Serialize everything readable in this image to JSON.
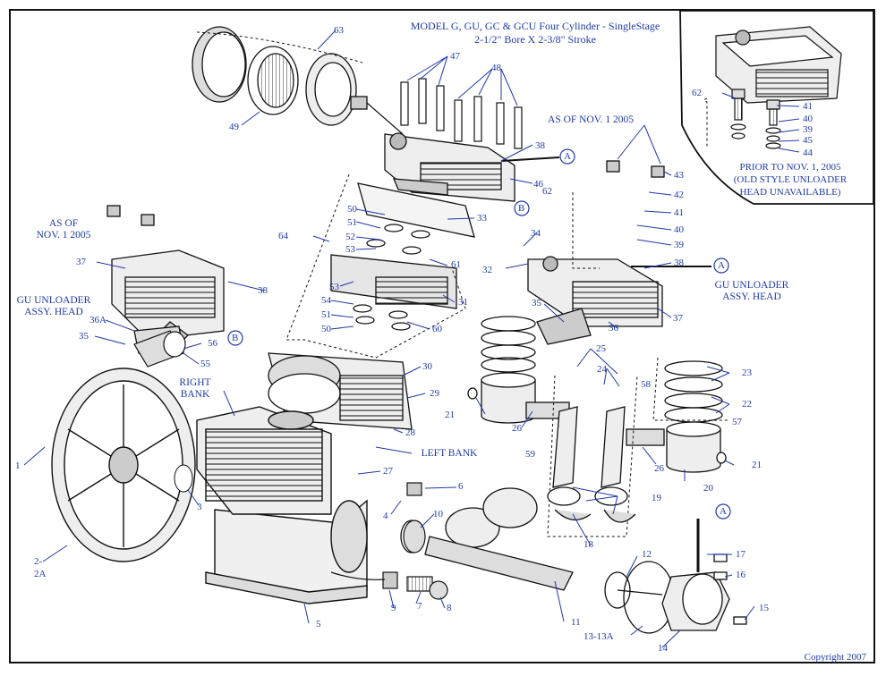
{
  "title": {
    "line1": "MODEL G, GU, GC & GCU Four Cylinder - SingleStage",
    "line2": "2-1/2\" Bore X 2-3/8\" Stroke"
  },
  "inset": {
    "note_line1": "PRIOR TO NOV. 1, 2005",
    "note_line2": "(OLD STYLE UNLOADER",
    "note_line3": "HEAD UNAVAILABLE)"
  },
  "blocks": {
    "as_of_left_1": "AS OF",
    "as_of_left_2": "NOV. 1 2005",
    "as_of_right": "AS OF NOV. 1 2005",
    "gu_left_1": "GU UNLOADER",
    "gu_left_2": "ASSY. HEAD",
    "gu_right_1": "GU UNLOADER",
    "gu_right_2": "ASSY. HEAD",
    "right_bank_1": "RIGHT",
    "right_bank_2": "BANK",
    "left_bank": "LEFT BANK"
  },
  "copyright": "Copyright 2007",
  "callouts": {
    "c1": "1",
    "c2": "2-",
    "c2a": "2A",
    "c3": "3",
    "c4": "4",
    "c5": "5",
    "c6": "6",
    "c7": "7",
    "c8": "8",
    "c9": "9",
    "c10": "10",
    "c11": "11",
    "c12": "12",
    "c13": "13-13A",
    "c14": "14",
    "c15": "15",
    "c16": "16",
    "c17": "17",
    "c18": "18",
    "c19": "19",
    "c20": "20",
    "c21a": "21",
    "c21b": "21",
    "c22": "22",
    "c23": "23",
    "c24": "24",
    "c25": "25",
    "c26a": "26",
    "c26b": "26",
    "c27": "27",
    "c28": "28",
    "c29": "29",
    "c30": "30",
    "c31": "31",
    "c32": "32",
    "c33": "33",
    "c34": "34",
    "c35a": "35",
    "c35b": "35",
    "c36": "36",
    "c36a": "36A",
    "c37a": "37",
    "c37b": "37",
    "c38a": "38",
    "c38b": "38",
    "c38c": "38",
    "c39a": "39",
    "c39b": "39",
    "c40a": "40",
    "c40b": "40",
    "c41a": "41",
    "c41b": "41",
    "c42": "42",
    "c43": "43",
    "c44": "44",
    "c45": "45",
    "c46": "46",
    "c47": "47",
    "c48": "48",
    "c49": "49",
    "c50a": "50",
    "c50b": "50",
    "c51a": "51",
    "c51b": "51",
    "c52": "52",
    "c53a": "53",
    "c53b": "53",
    "c54": "54",
    "c55": "55",
    "c56": "56",
    "c57": "57",
    "c58": "58",
    "c59": "59",
    "c60": "60",
    "c61": "61",
    "c62a": "62",
    "c62b": "62",
    "c63": "63",
    "c64": "64"
  },
  "markers": {
    "a": "A",
    "b": "B"
  },
  "colors": {
    "label": "#1f3aa8",
    "line": "#111111",
    "frame": "#111111"
  }
}
